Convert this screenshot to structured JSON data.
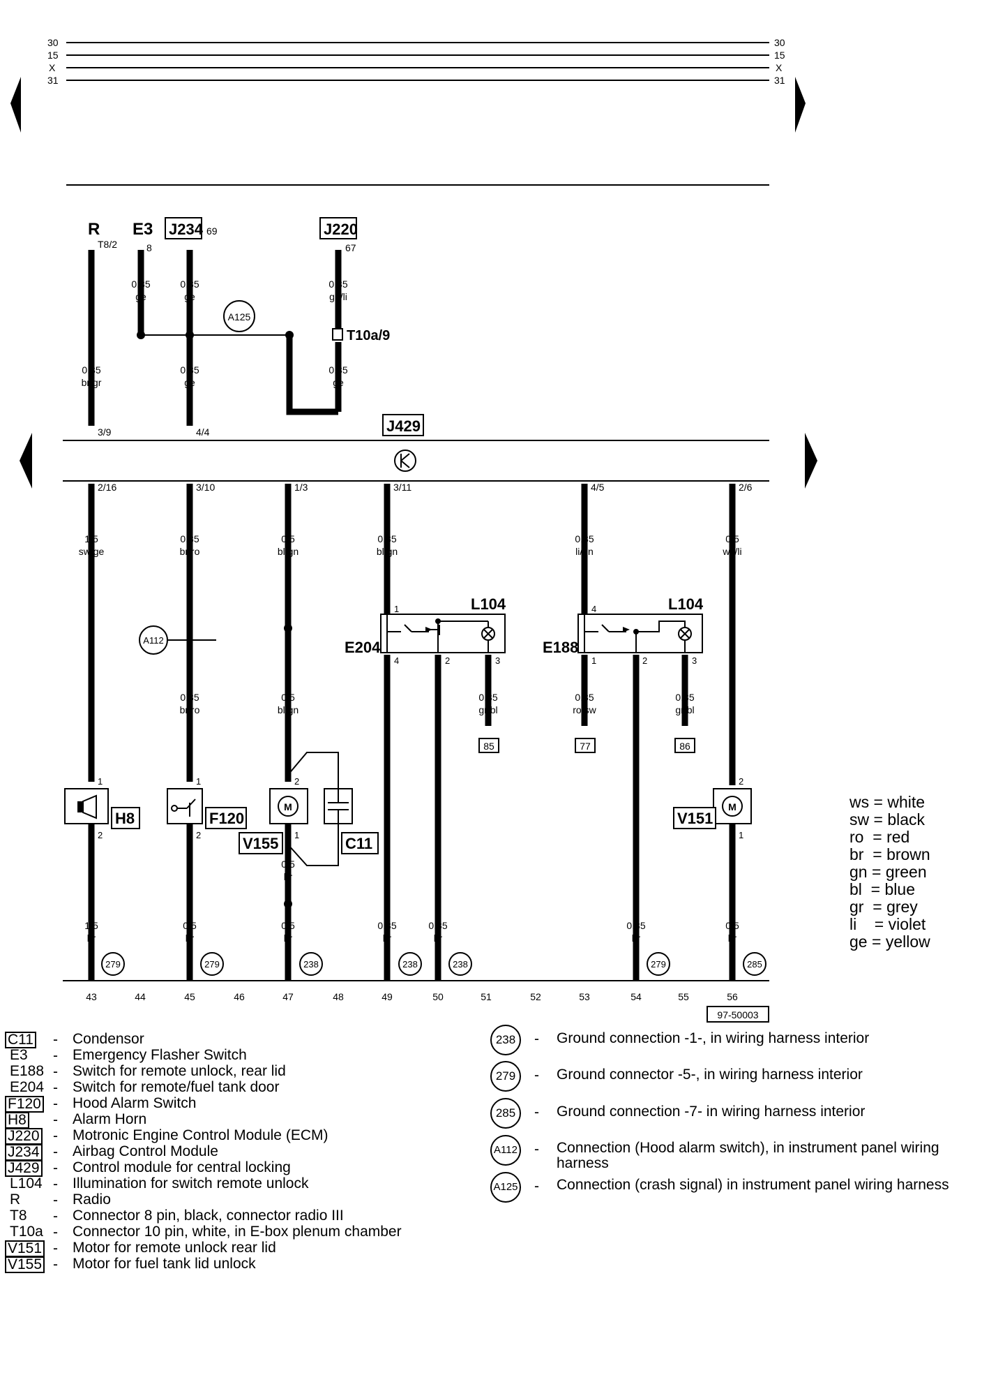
{
  "rails": {
    "left": [
      "30",
      "15",
      "X",
      "31"
    ],
    "right": [
      "30",
      "15",
      "X",
      "31"
    ]
  },
  "components": {
    "R": "R",
    "E3": "E3",
    "J234": "J234",
    "J220": "J220",
    "J429": "J429",
    "A125": "A125",
    "A112": "A112",
    "T10a9": "T10a/9",
    "L104_a": "L104",
    "L104_b": "L104",
    "E204": "E204",
    "E188": "E188",
    "H8": "H8",
    "F120": "F120",
    "V155": "V155",
    "C11": "C11",
    "V151": "V151",
    "M": "M"
  },
  "pins": {
    "R": "T8/2",
    "E3": "8",
    "J234": "69",
    "J220": "67",
    "in1": "3/9",
    "in2": "4/4",
    "out": [
      "2/16",
      "3/10",
      "1/3",
      "3/11",
      "4/5",
      "2/6"
    ],
    "e204": [
      "1",
      "4",
      "2",
      "3"
    ],
    "e188": [
      "4",
      "1",
      "2",
      "3"
    ],
    "h8": [
      "1",
      "2"
    ],
    "f120": [
      "1",
      "2"
    ],
    "v155": [
      "2",
      "1"
    ],
    "v151": [
      "2",
      "1"
    ]
  },
  "wires_top": [
    {
      "size": "0,35",
      "color": "ge"
    },
    {
      "size": "0,35",
      "color": "ge"
    },
    {
      "size": "0,35",
      "color": "gn/li"
    },
    {
      "size": "0,35",
      "color": "br/gr"
    },
    {
      "size": "0,35",
      "color": "ge"
    },
    {
      "size": "0,35",
      "color": "ge"
    }
  ],
  "wires_out": [
    {
      "size": "1,5",
      "color": "sw/ge"
    },
    {
      "size": "0,35",
      "color": "br/ro"
    },
    {
      "size": "0,5",
      "color": "bl/gn"
    },
    {
      "size": "0,35",
      "color": "bl/gn"
    },
    {
      "size": "0,35",
      "color": "li/gn"
    },
    {
      "size": "0,5",
      "color": "ws/li"
    }
  ],
  "wires_mid": [
    {
      "size": "0,35",
      "color": "br/ro"
    },
    {
      "size": "0,5",
      "color": "bl/gn"
    },
    {
      "size": "0,35",
      "color": "gr/bl"
    },
    {
      "size": "0,35",
      "color": "ro/sw"
    },
    {
      "size": "0,35",
      "color": "gr/bl"
    },
    {
      "size": "0,5",
      "color": "br"
    }
  ],
  "wires_bot": [
    {
      "size": "1,5",
      "color": "br"
    },
    {
      "size": "0,5",
      "color": "br"
    },
    {
      "size": "0,5",
      "color": "br"
    },
    {
      "size": "0,35",
      "color": "br"
    },
    {
      "size": "0,35",
      "color": "br"
    },
    {
      "size": "0,35",
      "color": "br"
    },
    {
      "size": "0,5",
      "color": "br"
    }
  ],
  "refs": [
    "85",
    "77",
    "86"
  ],
  "grounds_diagram": [
    "279",
    "279",
    "238",
    "238",
    "238",
    "279",
    "285"
  ],
  "columns": [
    "43",
    "44",
    "45",
    "46",
    "47",
    "48",
    "49",
    "50",
    "51",
    "52",
    "53",
    "54",
    "55",
    "56"
  ],
  "figure_id": "97-50003",
  "color_key": [
    {
      "code": "ws",
      "name": "white"
    },
    {
      "code": "sw",
      "name": "black"
    },
    {
      "code": "ro",
      "name": "red"
    },
    {
      "code": "br",
      "name": "brown"
    },
    {
      "code": "gn",
      "name": "green"
    },
    {
      "code": "bl",
      "name": "blue"
    },
    {
      "code": "gr",
      "name": "grey"
    },
    {
      "code": "li",
      "name": "violet"
    },
    {
      "code": "ge",
      "name": "yellow"
    }
  ],
  "legend_left": [
    {
      "code": "C11",
      "desc": "Condensor"
    },
    {
      "code": "E3",
      "desc": "Emergency Flasher Switch"
    },
    {
      "code": "E188",
      "desc": "Switch for remote unlock, rear lid"
    },
    {
      "code": "E204",
      "desc": "Switch for remote/fuel tank door"
    },
    {
      "code": "F120",
      "desc": "Hood Alarm Switch"
    },
    {
      "code": "H8",
      "desc": "Alarm Horn"
    },
    {
      "code": "J220",
      "desc": "Motronic Engine Control Module (ECM)"
    },
    {
      "code": "J234",
      "desc": "Airbag Control Module"
    },
    {
      "code": "J429",
      "desc": "Control module for central locking"
    },
    {
      "code": "L104",
      "desc": "Illumination for switch remote unlock"
    },
    {
      "code": "R",
      "desc": "Radio"
    },
    {
      "code": "T8",
      "desc": "Connector 8 pin, black, connector radio III"
    },
    {
      "code": "T10a",
      "desc": "Connector 10 pin, white, in E-box plenum chamber"
    },
    {
      "code": "V151",
      "desc": "Motor for remote unlock rear lid"
    },
    {
      "code": "V155",
      "desc": "Motor for fuel tank lid unlock"
    }
  ],
  "legend_right": [
    {
      "code": "238",
      "desc": "Ground connection -1-, in wiring harness interior"
    },
    {
      "code": "279",
      "desc": "Ground connector -5-, in wiring harness interior"
    },
    {
      "code": "285",
      "desc": "Ground connection -7- in wiring harness interior"
    },
    {
      "code": "A112",
      "desc": "Connection (Hood alarm switch), in instrument panel wiring harness"
    },
    {
      "code": "A125",
      "desc": "Connection (crash signal) in instrument panel wiring harness"
    }
  ]
}
